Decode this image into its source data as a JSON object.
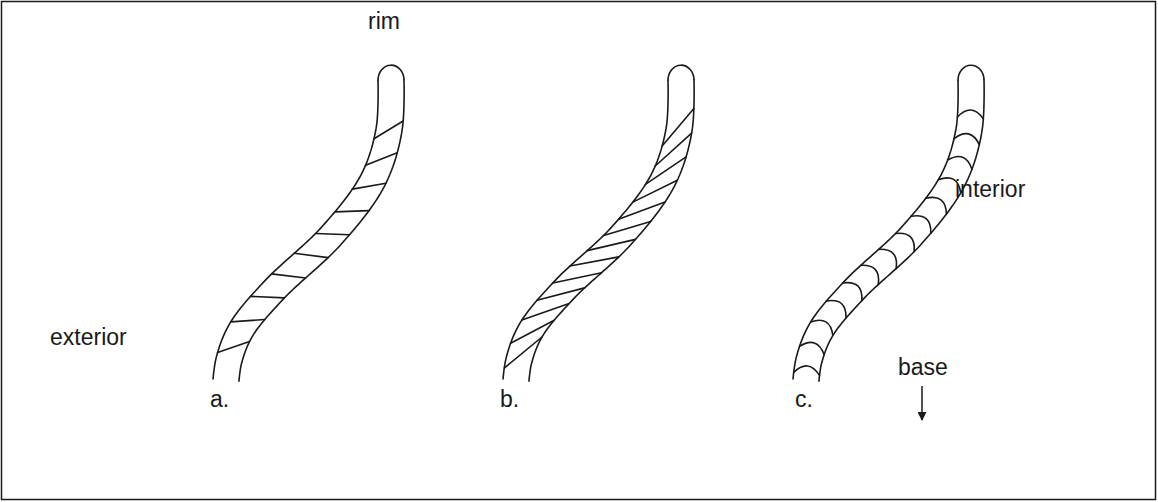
{
  "diagram": {
    "labels": [
      "rim",
      "exterior",
      "a.",
      "b.",
      "interior",
      "c.",
      "base"
    ]
  }
}
